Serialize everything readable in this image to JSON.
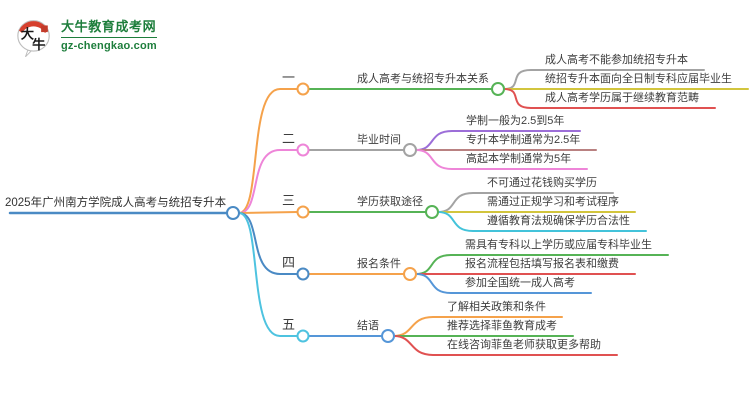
{
  "logo": {
    "badge_char1": "大",
    "badge_char2": "牛",
    "title": "大牛教育成考网",
    "subtitle": "gz-chengkao.com",
    "brand_green": "#1e7e3c",
    "badge_red": "#d6402e"
  },
  "mindmap": {
    "root": {
      "label": "2025年广州南方学院成人高考与统招专升本",
      "color": "#4a8ac4"
    },
    "branches": [
      {
        "number": "一",
        "branch_color": "#f5a24b",
        "topic": "成人高考与统招专升本关系",
        "topic_line_color": "#56b356",
        "leaves": [
          {
            "label": "成人高考不能参加统招专升本",
            "color": "#a3a3a3"
          },
          {
            "label": "统招专升本面向全日制专科应届毕业生",
            "color": "#d2c53d"
          },
          {
            "label": "成人高考学历属于继续教育范畴",
            "color": "#e05151"
          }
        ]
      },
      {
        "number": "二",
        "branch_color": "#ee85d8",
        "topic": "毕业时间",
        "topic_line_color": "#a3a3a3",
        "leaves": [
          {
            "label": "学制一般为2.5到5年",
            "color": "#9c6ed8"
          },
          {
            "label": "专升本学制通常为2.5年",
            "color": "#b98181"
          },
          {
            "label": "高起本学制通常为5年",
            "color": "#ee85d8"
          }
        ]
      },
      {
        "number": "三",
        "branch_color": "#f5a24b",
        "topic": "学历获取途径",
        "topic_line_color": "#56b356",
        "leaves": [
          {
            "label": "不可通过花钱购买学历",
            "color": "#a3a3a3"
          },
          {
            "label": "需通过正规学习和考试程序",
            "color": "#d2c53d"
          },
          {
            "label": "遵循教育法规确保学历合法性",
            "color": "#43c3da"
          }
        ]
      },
      {
        "number": "四",
        "branch_color": "#4a8ac4",
        "topic": "报名条件",
        "topic_line_color": "#f5a24b",
        "leaves": [
          {
            "label": "需具有专科以上学历或应届专科毕业生",
            "color": "#56b356"
          },
          {
            "label": "报名流程包括填写报名表和缴费",
            "color": "#e05151"
          },
          {
            "label": "参加全国统一成人高考",
            "color": "#5596d8"
          }
        ]
      },
      {
        "number": "五",
        "branch_color": "#4ec3e0",
        "topic": "结语",
        "topic_line_color": "#5596d8",
        "leaves": [
          {
            "label": "了解相关政策和条件",
            "color": "#f5a24b"
          },
          {
            "label": "推荐选择菲鱼教育成考",
            "color": "#56b356"
          },
          {
            "label": "在线咨询菲鱼老师获取更多帮助",
            "color": "#e05151"
          }
        ]
      }
    ]
  }
}
